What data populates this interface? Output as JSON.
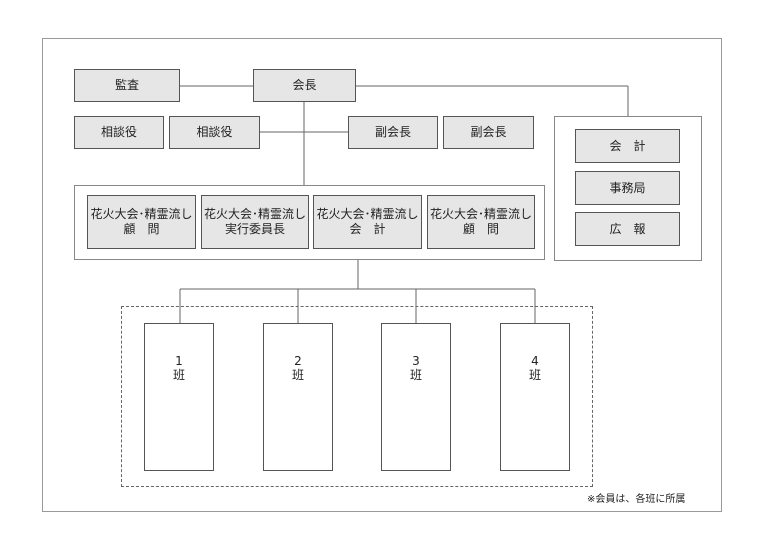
{
  "top": {
    "kansa": "監査",
    "kaicho": "会長",
    "sodanyaku_1": "相談役",
    "sodanyaku_2": "相談役",
    "fukukaicho_1": "副会長",
    "fukukaicho_2": "副会長"
  },
  "right_panel": {
    "items": [
      "会　計",
      "事務局",
      "広　報"
    ]
  },
  "committee": {
    "items": [
      "花火大会･精霊流し\n顧　問",
      "花火大会･精霊流し\n実行委員長",
      "花火大会･精霊流し\n会　計",
      "花火大会･精霊流し\n顧　問"
    ]
  },
  "groups": [
    {
      "number": "1",
      "label": "班"
    },
    {
      "number": "2",
      "label": "班"
    },
    {
      "number": "3",
      "label": "班"
    },
    {
      "number": "4",
      "label": "班"
    }
  ],
  "note": "※会員は、各班に所属"
}
